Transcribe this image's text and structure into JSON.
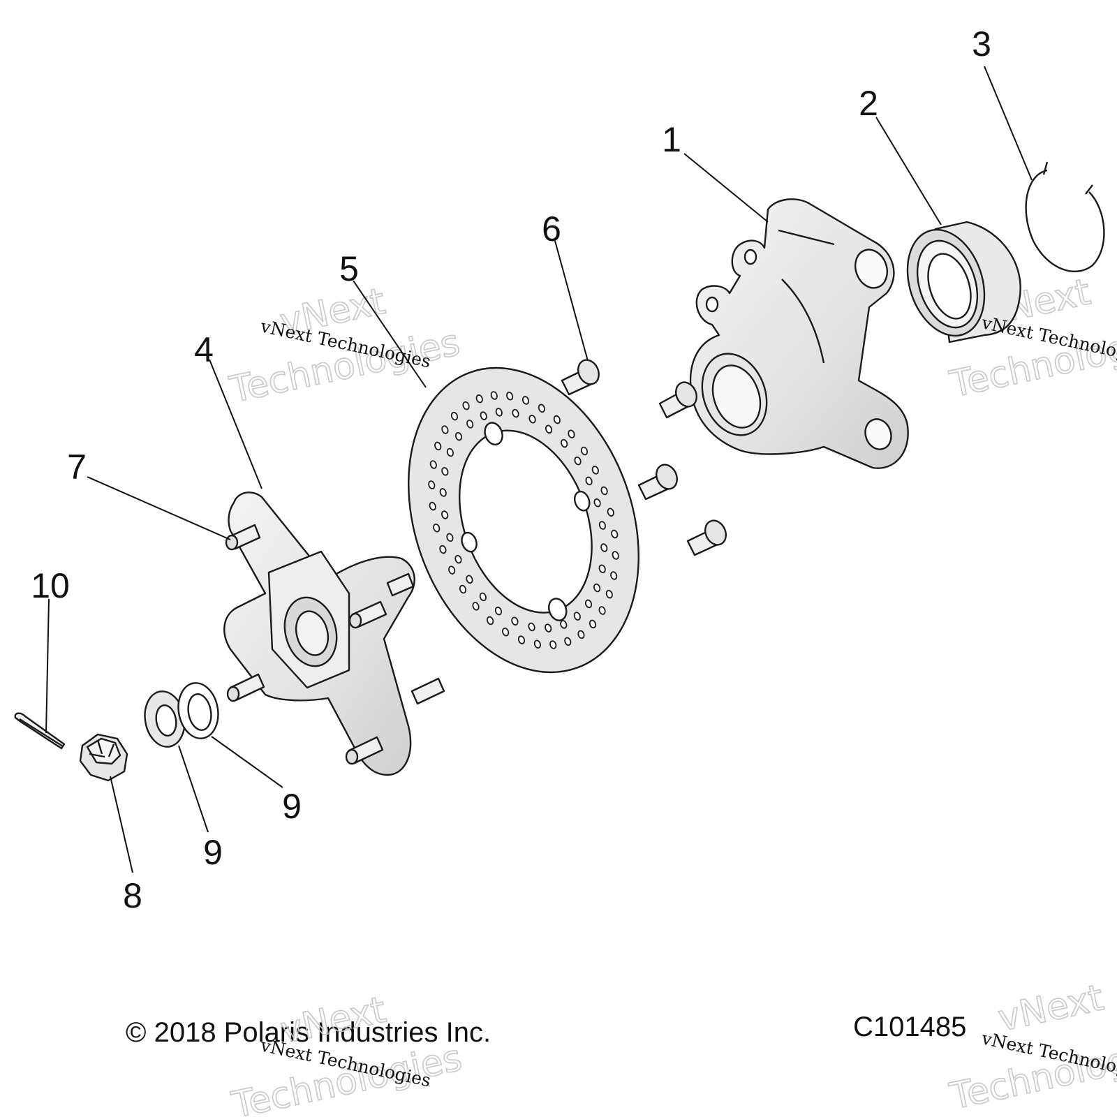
{
  "callouts": [
    {
      "id": "c1",
      "label": "1"
    },
    {
      "id": "c2",
      "label": "2"
    },
    {
      "id": "c3",
      "label": "3"
    },
    {
      "id": "c4",
      "label": "4"
    },
    {
      "id": "c5",
      "label": "5"
    },
    {
      "id": "c6",
      "label": "6"
    },
    {
      "id": "c7",
      "label": "7"
    },
    {
      "id": "c8",
      "label": "8"
    },
    {
      "id": "c9a",
      "label": "9"
    },
    {
      "id": "c9b",
      "label": "9"
    },
    {
      "id": "c10",
      "label": "10"
    }
  ],
  "footer": {
    "copyright": "© 2018 Polaris Industries Inc.",
    "figure_code": "C101485"
  },
  "watermark": {
    "line1": "vNext",
    "line2": "Technologies",
    "small": "vNext Technologies"
  }
}
